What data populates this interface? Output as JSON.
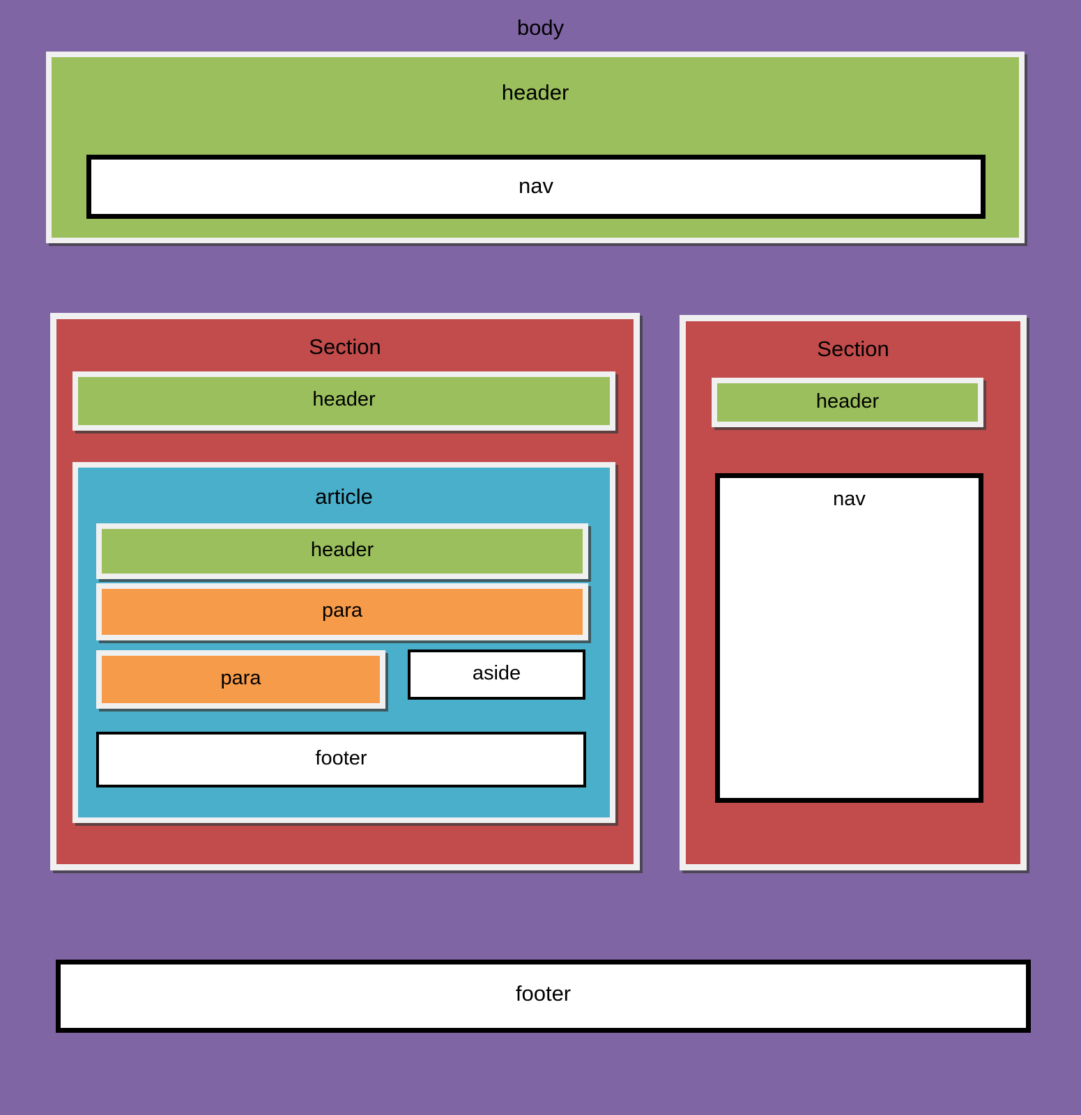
{
  "diagram": {
    "type": "html5-semantic-layout-boxes",
    "title": "body",
    "colors": {
      "body_background": "#8065a5",
      "header_green": "#9abf5c",
      "section_red": "#c24b4b",
      "article_blue": "#4aafcb",
      "para_orange": "#f69b4a",
      "box_white": "#ffffff",
      "frame_white": "#f0f0f0",
      "outline_black": "#000000"
    },
    "body": {
      "label": "body",
      "header": {
        "label": "header",
        "nav": {
          "label": "nav"
        }
      },
      "sections": [
        {
          "label": "Section",
          "header": {
            "label": "header"
          },
          "article": {
            "label": "article",
            "header": {
              "label": "header"
            },
            "paragraphs": [
              {
                "label": "para"
              },
              {
                "label": "para"
              }
            ],
            "aside": {
              "label": "aside"
            },
            "footer": {
              "label": "footer"
            }
          }
        },
        {
          "label": "Section",
          "header": {
            "label": "header"
          },
          "nav": {
            "label": "nav"
          }
        }
      ],
      "footer": {
        "label": "footer"
      }
    }
  }
}
